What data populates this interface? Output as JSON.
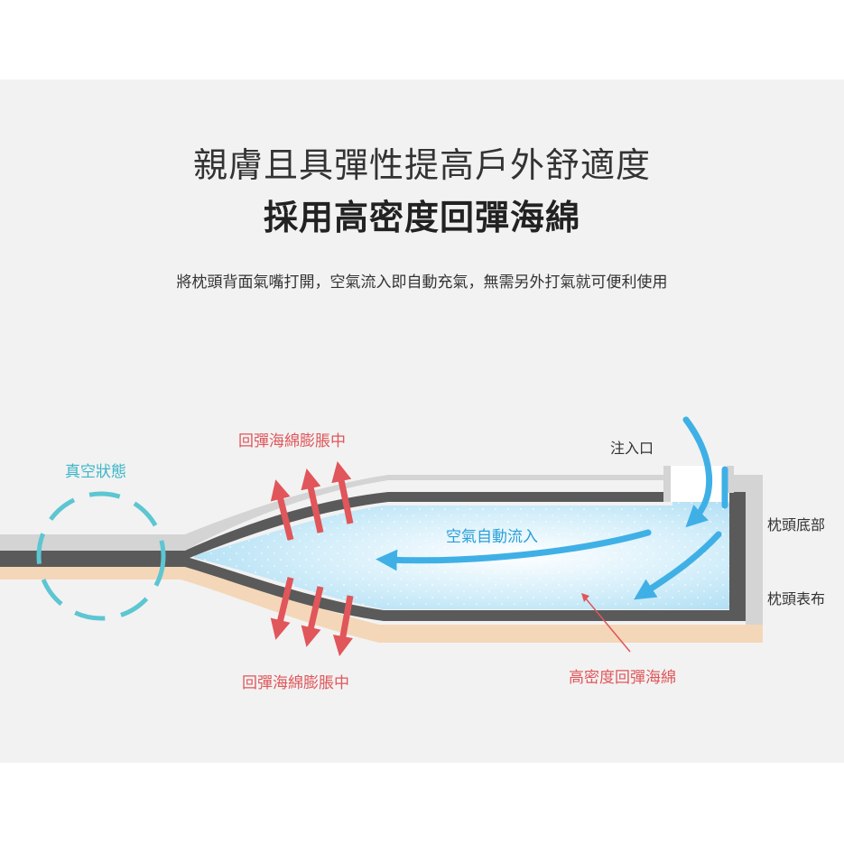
{
  "header": {
    "title_line1": "親膚且具彈性提高戶外舒適度",
    "title_line2": "採用高密度回彈海綿",
    "description": "將枕頭背面氣嘴打開，空氣流入即自動充氣，無需另外打氣就可便利使用"
  },
  "labels": {
    "vacuum_state": "真空狀態",
    "foam_expanding_top": "回彈海綿膨脹中",
    "foam_expanding_bottom": "回彈海綿膨脹中",
    "inlet": "注入口",
    "air_inflow": "空氣自動流入",
    "pillow_bottom": "枕頭底部",
    "pillow_surface_fabric": "枕頭表布",
    "high_density_foam": "高密度回彈海綿"
  },
  "colors": {
    "panel_background": "#f2f2f2",
    "dark_layer": "#5a5a5a",
    "light_gray_layer": "#d4d4d4",
    "beige_layer": "#f4d7b8",
    "foam_blue": "#bfe6f7",
    "arrow_red": "#e0565a",
    "arrow_blue": "#3fb0e6",
    "vacuum_circle": "#5cc6d2"
  }
}
